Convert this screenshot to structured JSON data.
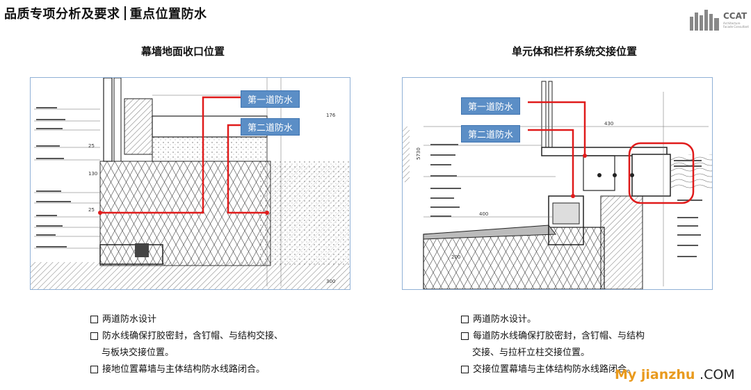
{
  "header": {
    "title_left": "品质专项分析及要求",
    "title_right": "重点位置防水"
  },
  "logo": {
    "text": "CCAT",
    "sub": "Architecture Facade Consultant"
  },
  "left": {
    "title": "幕墙地面收口位置",
    "callout1": "第一道防水",
    "callout2": "第二道防水",
    "bullets": [
      {
        "line1": "两道防水设计",
        "line2": ""
      },
      {
        "line1": "防水线确保打胶密封，含钉帽、与结构交接、",
        "line2": "与板块交接位置。"
      },
      {
        "line1": "接地位置幕墙与主体结构防水线路闭合。",
        "line2": ""
      }
    ],
    "dims": [
      "176",
      "25",
      "130",
      "25",
      "300"
    ]
  },
  "right": {
    "title": "单元体和栏杆系统交接位置",
    "callout1": "第一道防水",
    "callout2": "第二道防水",
    "bullets": [
      {
        "line1": "两道防水设计。",
        "line2": ""
      },
      {
        "line1": "每道防水线确保打胶密封，含钉帽、与结构",
        "line2": "交接、与拉杆立柱交接位置。"
      },
      {
        "line1": "交接位置幕墙与主体结构防水线路闭合。",
        "line2": ""
      }
    ],
    "dims": [
      "430",
      "400",
      "200",
      "5730"
    ]
  },
  "watermark": {
    "part1": "My jianzhu",
    "part2": ".COM"
  },
  "colors": {
    "callout_bg": "#5b8ec6",
    "red_line": "#e01b1b",
    "frame": "#8fb0d6"
  }
}
